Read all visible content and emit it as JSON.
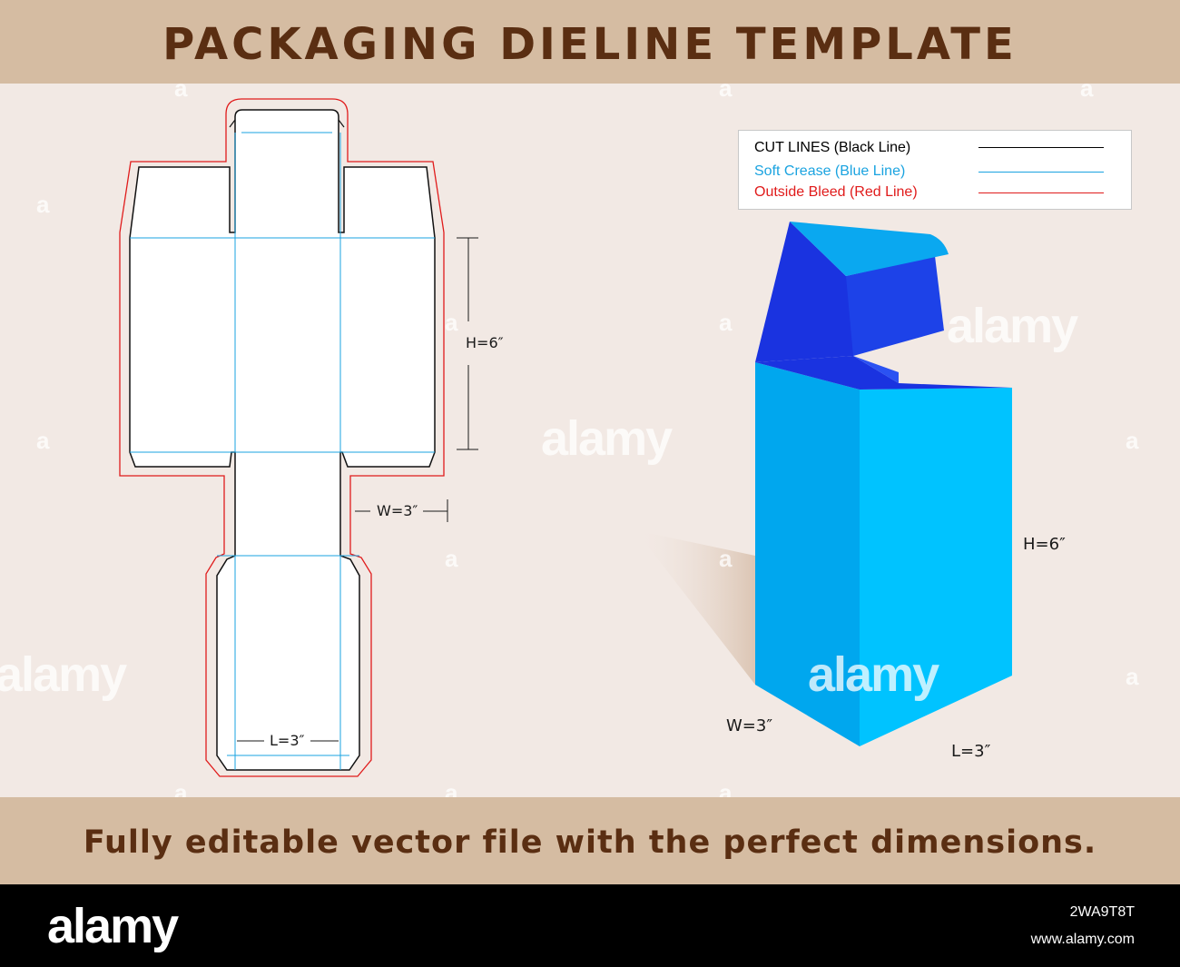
{
  "header": {
    "title": "PACKAGING DIELINE TEMPLATE"
  },
  "legend": {
    "items": [
      {
        "label": "CUT LINES (Black Line)",
        "color": "#000000"
      },
      {
        "label": "Soft Crease (Blue Line)",
        "color": "#1aa3e0"
      },
      {
        "label": "Outside Bleed (Red Line)",
        "color": "#e01b1b"
      }
    ]
  },
  "dieline": {
    "height_label": "H=6″",
    "width_label": "W=3″",
    "length_label": "L=3″"
  },
  "box3d": {
    "height_label": "H=6″",
    "width_label": "W=3″",
    "length_label": "L=3″",
    "colors": {
      "front": "#00c3ff",
      "side": "#00a7ee",
      "inner": "#1a33e0",
      "flap": "#0aa8f0"
    }
  },
  "footer": {
    "text": "Fully editable vector file with the perfect dimensions."
  },
  "watermark": {
    "brand": "alamy",
    "letter": "a"
  },
  "stock_bar": {
    "logo": "alamy",
    "image_id": "2WA9T8T",
    "site": "www.alamy.com"
  }
}
